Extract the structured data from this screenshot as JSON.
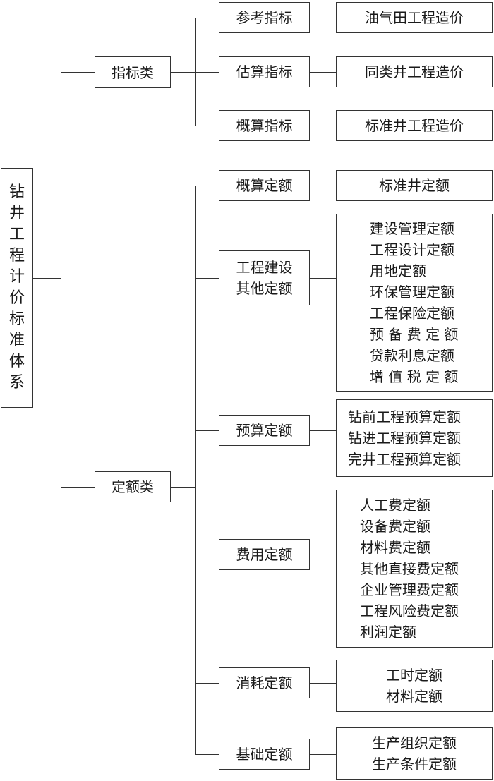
{
  "root": {
    "label": "钻井工程计价标准体系",
    "chars": [
      "钻",
      "井",
      "工",
      "程",
      "计",
      "价",
      "标",
      "准",
      "体",
      "系"
    ]
  },
  "categories": {
    "indicator": {
      "label": "指标类",
      "items": [
        {
          "label": "参考指标",
          "detail": [
            "油气田工程造价"
          ]
        },
        {
          "label": "估算指标",
          "detail": [
            "同类井工程造价"
          ]
        },
        {
          "label": "概算指标",
          "detail": [
            "标准井工程造价"
          ]
        }
      ]
    },
    "quota": {
      "label": "定额类",
      "items": [
        {
          "label": "概算定额",
          "detail": [
            "标准井定额"
          ]
        },
        {
          "label": [
            "工程建设",
            "其他定额"
          ],
          "detail": [
            "建设管理定额",
            "工程设计定额",
            "用地定额",
            "环保管理定额",
            "工程保险定额",
            "预 备 费 定 额",
            "贷款利息定额",
            "增 值 税 定 额"
          ]
        },
        {
          "label": "预算定额",
          "detail": [
            "钻前工程预算定额",
            "钻进工程预算定额",
            "完井工程预算定额"
          ]
        },
        {
          "label": "费用定额",
          "detail": [
            "人工费定额",
            "设备费定额",
            "材料费定额",
            "其他直接费定额",
            "企业管理费定额",
            "工程风险费定额",
            "利润定额"
          ]
        },
        {
          "label": "消耗定额",
          "detail": [
            "工时定额",
            "材料定额"
          ]
        },
        {
          "label": "基础定额",
          "detail": [
            "生产组织定额",
            "生产条件定额"
          ]
        }
      ]
    }
  }
}
